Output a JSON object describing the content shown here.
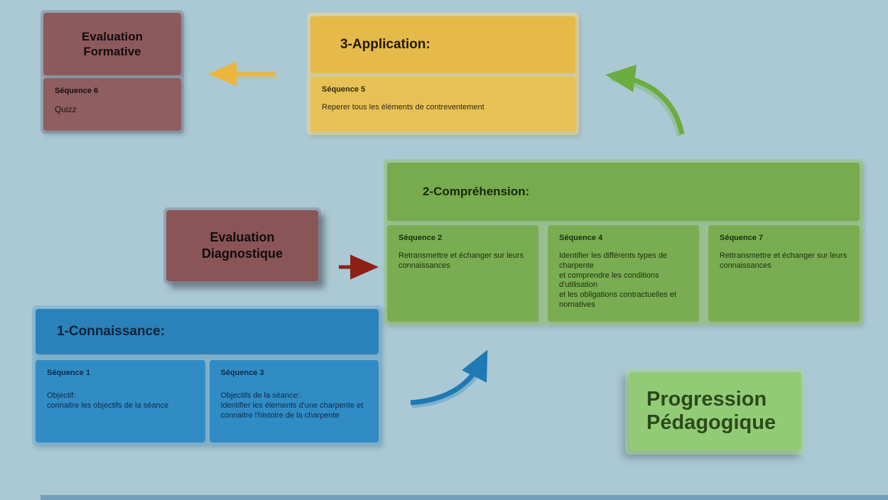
{
  "colors": {
    "background": "#aac9d5",
    "maroon_box": "#8d5a5c",
    "yellow_box": "#e5b94a",
    "green_box": "#77ab4e",
    "blue_box": "#2b82bb",
    "light_green_box": "#92cb76",
    "arrow_yellow": "#ecb63c",
    "arrow_red": "#8e2016",
    "arrow_green": "#6dac3f",
    "arrow_blue": "#1e79b4"
  },
  "evaluation_formative": {
    "title": "Evaluation\nFormative",
    "sequence": {
      "label": "Séquence 6",
      "body": "Quizz"
    }
  },
  "application": {
    "title": "3-Application:",
    "sequence": {
      "label": "Séquence 5",
      "body": "Reperer tous les éléments de contreventement"
    }
  },
  "comprehension": {
    "title": "2-Compréhension:",
    "sequences": [
      {
        "label": "Séquence 2",
        "body": "Retransmettre et échanger sur leurs connaissances"
      },
      {
        "label": "Séquence 4",
        "body": "Identifier les différents types de charpente\net comprendre les conditions d'utilisation\net les obligations contractuelles et nornatives"
      },
      {
        "label": "Séquence 7",
        "body": "Rettransmettre et échanger sur leurs connaissances"
      }
    ]
  },
  "evaluation_diagnostique": {
    "title": "Evaluation\nDiagnostique"
  },
  "connaissance": {
    "title": "1-Connaissance:",
    "sequences": [
      {
        "label": "Séquence  1",
        "body": "Objectif:\nconnaitre les objectifs de la séance"
      },
      {
        "label": "Séquence 3",
        "body": "Objectifs de la séance:\nIdentifier les élements d'une charpente et connaitre l'histoire de la charpente"
      }
    ]
  },
  "progression": {
    "title": "Progression\nPédagogique"
  },
  "arrows": [
    {
      "name": "yellow-arrow-left",
      "from": "3-Application",
      "to": "Evaluation Formative"
    },
    {
      "name": "green-curved-arrow",
      "from": "2-Compréhension",
      "to": "3-Application"
    },
    {
      "name": "red-arrow-right",
      "from": "Evaluation Diagnostique",
      "to": "2-Compréhension"
    },
    {
      "name": "blue-curved-arrow",
      "from": "1-Connaissance",
      "to": "2-Compréhension"
    }
  ]
}
